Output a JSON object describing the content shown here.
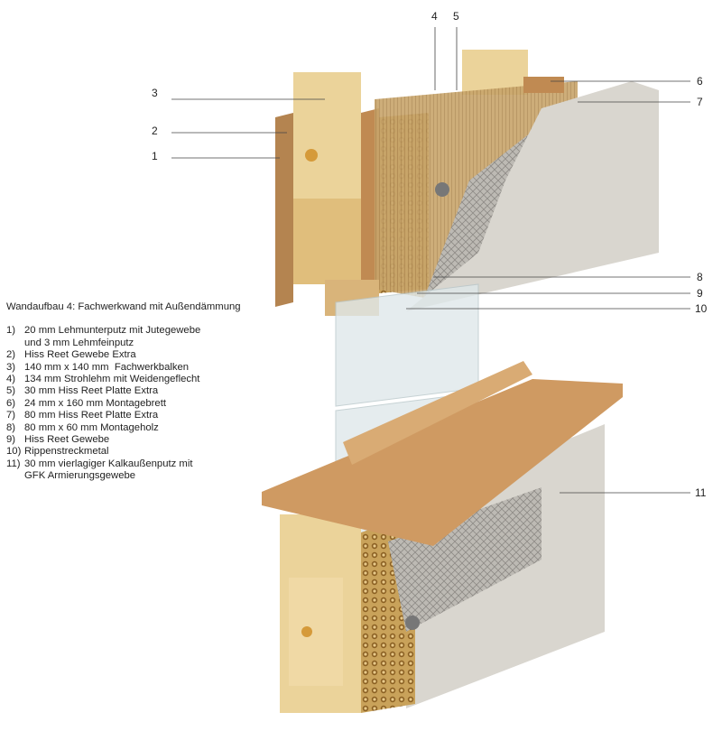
{
  "title": "Wandaufbau 4: Fachwerkwand mit Außendämmung",
  "legend": [
    {
      "n": "1)",
      "text": "20 mm Lehmunterputz mit Jutegewebe",
      "text2": "und 3 mm Lehmfeinputz"
    },
    {
      "n": "2)",
      "text": "Hiss Reet Gewebe Extra"
    },
    {
      "n": "3)",
      "text": "140 mm x 140 mm  Fachwerkbalken"
    },
    {
      "n": "4)",
      "text": "134 mm Strohlehm mit Weidengeflecht"
    },
    {
      "n": "5)",
      "text": "30 mm Hiss Reet Platte Extra"
    },
    {
      "n": "6)",
      "text": "24 mm x 160 mm Montagebrett"
    },
    {
      "n": "7)",
      "text": "80 mm Hiss Reet Platte Extra"
    },
    {
      "n": "8)",
      "text": "80 mm x 60 mm Montageholz"
    },
    {
      "n": "9)",
      "text": "Hiss Reet Gewebe"
    },
    {
      "n": "10)",
      "text": "Rippenstreckmetal"
    },
    {
      "n": "11)",
      "text": "30 mm vierlagiger Kalkaußenputz mit",
      "text2": "GFK Armierungsgewebe"
    }
  ],
  "callouts": [
    "1",
    "2",
    "3",
    "4",
    "5",
    "6",
    "7",
    "8",
    "9",
    "10",
    "11"
  ],
  "colors": {
    "wood": "#e9cf8f",
    "plaster": "#d9d6cf",
    "straw": "#c9a25a",
    "glass": "#dfe8ea"
  }
}
